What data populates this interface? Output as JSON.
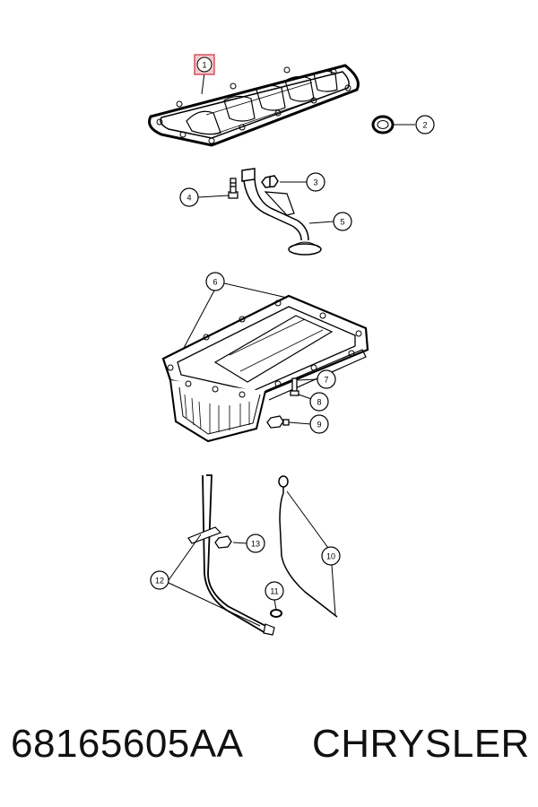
{
  "colors": {
    "line": "#000000",
    "highlight_fill": "#f4c9cc",
    "highlight_stroke": "#cc3344"
  },
  "callouts": [
    {
      "id": "1",
      "highlighted": true
    },
    {
      "id": "2",
      "highlighted": false
    },
    {
      "id": "3",
      "highlighted": false
    },
    {
      "id": "4",
      "highlighted": false
    },
    {
      "id": "5",
      "highlighted": false
    },
    {
      "id": "6",
      "highlighted": false
    },
    {
      "id": "7",
      "highlighted": false
    },
    {
      "id": "8",
      "highlighted": false
    },
    {
      "id": "9",
      "highlighted": false
    },
    {
      "id": "10",
      "highlighted": false
    },
    {
      "id": "11",
      "highlighted": false
    },
    {
      "id": "12",
      "highlighted": false
    },
    {
      "id": "13",
      "highlighted": false
    }
  ],
  "caption": {
    "part_number": "68165605AA",
    "brand": "CHRYSLER"
  }
}
